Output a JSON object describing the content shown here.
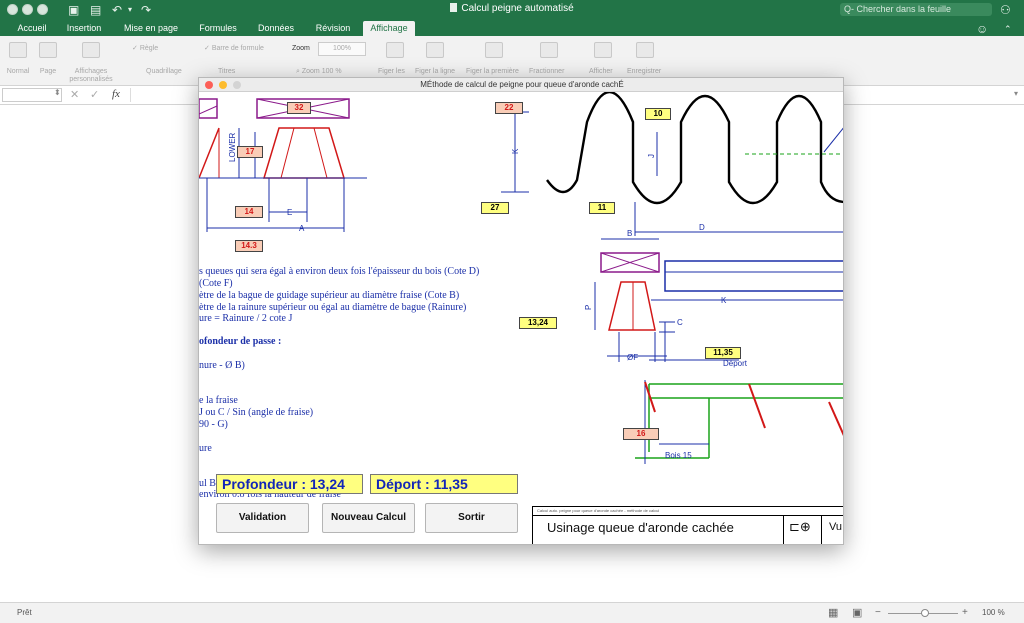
{
  "app": {
    "title": "Calcul peigne automatisé",
    "search_placeholder": "Q- Chercher dans la feuille",
    "tabs": [
      "Accueil",
      "Insertion",
      "Mise en page",
      "Formules",
      "Données",
      "Révision",
      "Affichage"
    ],
    "active_tab": "Affichage"
  },
  "ribbon": {
    "normal": "Normal",
    "page": "Page",
    "affichages": "Affichages",
    "affichages2": "personnalisés",
    "regle": "Règle",
    "quadrillage": "Quadrillage",
    "barre": "Barre de formule",
    "titres": "Titres",
    "zoom_label": "Zoom",
    "zoom_value": "100%",
    "zoom100": "Zoom 100 %",
    "figer_volets": "Figer les",
    "figer_ligne": "Figer la ligne",
    "figer_colonne": "Figer la première",
    "fractionner": "Fractionner",
    "afficher": "Afficher",
    "enregistrer": "Enregistrer"
  },
  "formula": {
    "fx": "fx"
  },
  "status": {
    "ready": "Prêt",
    "zoom": "100 %"
  },
  "dialog": {
    "title": "MÉthode de calcul de peigne pour queue d'aronde cachÉ",
    "tags": {
      "t32": "32",
      "t17": "17",
      "t14": "14",
      "t143": "14.3",
      "t22": "22",
      "t27": "27",
      "t11": "11",
      "t10": "10",
      "t1324": "13,24",
      "t1135": "11,35",
      "t16": "16"
    },
    "dim_labels": {
      "e": "E",
      "a": "A",
      "k": "K",
      "j": "J",
      "d": "D",
      "b": "B",
      "p": "P",
      "c": "C",
      "f": "ØF",
      "deport": "Déport",
      "bois": "Bois 15",
      "lower": "LOWER"
    },
    "notes": [
      "s queues qui sera égal à environ deux fois l'épaisseur du bois (Cote D)",
      "(Cote F)",
      "ètre de la bague de guidage supérieur au diamètre fraise (Cote B)",
      "ètre de la rainure supérieur ou égal au diamètre de bague (Rainure)",
      "ure = Rainure / 2 cote J",
      "ofondeur de passe :",
      "nure - Ø B)",
      "e la fraise",
      "J ou C / Sin (angle de fraise)",
      "90 - G)",
      "ure",
      "ul B",
      "environ 0.8 fois la hauteur de fraise"
    ],
    "results": {
      "profondeur": "Profondeur : 13,24",
      "deport": "Déport : 11,35"
    },
    "buttons": {
      "validation": "Validation",
      "nouveau": "Nouveau Calcul",
      "sortir": "Sortir"
    },
    "cartouche": {
      "header": "Calcul auto. peigne pour queue d'aronde cachée - méthode de calcul",
      "title": "Usinage queue d'aronde cachée",
      "vu": "Vu"
    }
  }
}
